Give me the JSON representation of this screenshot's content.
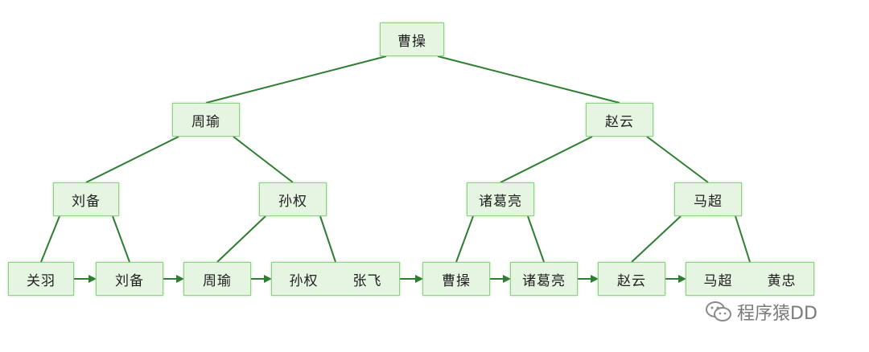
{
  "tree": {
    "root": {
      "keys": [
        "曹操"
      ]
    },
    "level1": [
      {
        "keys": [
          "周瑜"
        ]
      },
      {
        "keys": [
          "赵云"
        ]
      }
    ],
    "level2": [
      {
        "keys": [
          "刘备"
        ]
      },
      {
        "keys": [
          "孙权"
        ]
      },
      {
        "keys": [
          "诸葛亮"
        ]
      },
      {
        "keys": [
          "马超"
        ]
      }
    ],
    "leaves": [
      {
        "keys": [
          "关羽"
        ]
      },
      {
        "keys": [
          "刘备"
        ]
      },
      {
        "keys": [
          "周瑜"
        ]
      },
      {
        "keys": [
          "孙权",
          "张飞"
        ]
      },
      {
        "keys": [
          "曹操"
        ]
      },
      {
        "keys": [
          "诸葛亮"
        ]
      },
      {
        "keys": [
          "赵云"
        ]
      },
      {
        "keys": [
          "马超",
          "黄忠"
        ]
      }
    ]
  },
  "watermark": {
    "text": "程序猿DD",
    "icon": "wechat-icon"
  },
  "colors": {
    "node_fill": "#e6f4e2",
    "node_border": "#8fcf86",
    "edge": "#2e7d32",
    "arrow": "#2e7d32"
  }
}
